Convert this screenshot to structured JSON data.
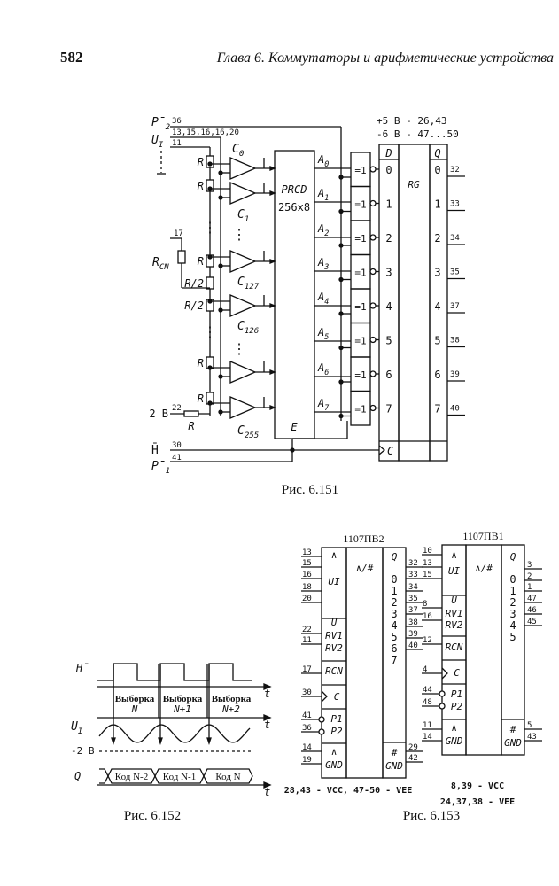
{
  "header": {
    "page_number": "582",
    "chapter": "Глава 6.  Коммутаторы и арифметические устройства"
  },
  "fig151": {
    "caption": "Рис. 6.151",
    "p2": "P̄",
    "p2_sub": "2",
    "p2_pin": "36",
    "ui": "U",
    "ui_sub": "I",
    "ui_pins": "13,15,16,16,20",
    "pin11": "11",
    "rcn": "R",
    "rcn_sub": "CN",
    "pin17": "17",
    "v2": "2 В",
    "pin22": "22",
    "r": "R",
    "r_half": "R/2",
    "comparators": [
      {
        "c": "C",
        "sub": "0"
      },
      {
        "c": "C",
        "sub": "1"
      },
      {
        "c": "C",
        "sub": "127"
      },
      {
        "c": "C",
        "sub": "126"
      },
      {
        "c": "C",
        "sub": "255"
      }
    ],
    "prcd": "PRCD",
    "prcd_size": "256x8",
    "enable": "E",
    "outputs": [
      "0",
      "1",
      "2",
      "3",
      "4",
      "5",
      "6",
      "7"
    ],
    "out_prefix": "A",
    "xor": "=1",
    "reg_d": "D",
    "reg_rg": "RG",
    "reg_q": "Q",
    "reg_c": "C",
    "bits": [
      "0",
      "1",
      "2",
      "3",
      "4",
      "5",
      "6",
      "7"
    ],
    "out_pins": [
      "32",
      "33",
      "34",
      "35",
      "37",
      "38",
      "39",
      "40"
    ],
    "power1": "+5 В - 26,43",
    "power2": "-6 В - 47...50",
    "h": "H̄",
    "pin30": "30",
    "p1": "P̄",
    "p1_sub": "1",
    "pin41": "41"
  },
  "fig152": {
    "caption": "Рис. 6.152",
    "h": "H̄",
    "t": "t",
    "ui": "U",
    "ui_sub": "I",
    "v": "-2 В",
    "q": "Q",
    "samples": [
      {
        "l1": "Выборка",
        "l2": "N"
      },
      {
        "l1": "Выборка",
        "l2": "N+1"
      },
      {
        "l1": "Выборка",
        "l2": "N+2"
      }
    ],
    "codes": [
      "Код N-2",
      "Код N-1",
      "Код N"
    ]
  },
  "fig153": {
    "caption": "Рис. 6.153",
    "chips": [
      {
        "title": "1107ПВ2",
        "left_pins": [
          "13",
          "15",
          "16",
          "18",
          "20",
          "22",
          "11",
          "17",
          "30",
          "41",
          "36",
          "14",
          "19"
        ],
        "right_pins": [
          "32",
          "33",
          "34",
          "35",
          "37",
          "38",
          "39",
          "40",
          "29",
          "42"
        ],
        "left_labels": [
          "∧",
          "UI",
          "U",
          "RV1",
          "RV2",
          "RCN",
          "C",
          "P1",
          "P2",
          "∧",
          "GND"
        ],
        "mid": "∧/#",
        "q": "Q",
        "bits": [
          "0",
          "1",
          "2",
          "3",
          "4",
          "5",
          "6",
          "7"
        ],
        "hash": "#",
        "gnd": "GND",
        "footer": [
          "28,43 - VCC, 47-50 - VEE"
        ]
      },
      {
        "title": "1107ПВ1",
        "left_pins": [
          "10",
          "13",
          "15",
          "8",
          "16",
          "12",
          "4",
          "44",
          "48",
          "11",
          "14"
        ],
        "right_pins": [
          "3",
          "2",
          "1",
          "47",
          "46",
          "45",
          "5",
          "43"
        ],
        "left_labels": [
          "∧",
          "UI",
          "U",
          "RV1",
          "RV2",
          "RCN",
          "C",
          "P1",
          "P2",
          "∧",
          "GND"
        ],
        "mid": "∧/#",
        "q": "Q",
        "bits": [
          "0",
          "1",
          "2",
          "3",
          "4",
          "5"
        ],
        "hash": "#",
        "gnd": "GND",
        "footer": [
          "8,39 - VCC",
          "24,37,38 - VEE"
        ]
      }
    ]
  }
}
